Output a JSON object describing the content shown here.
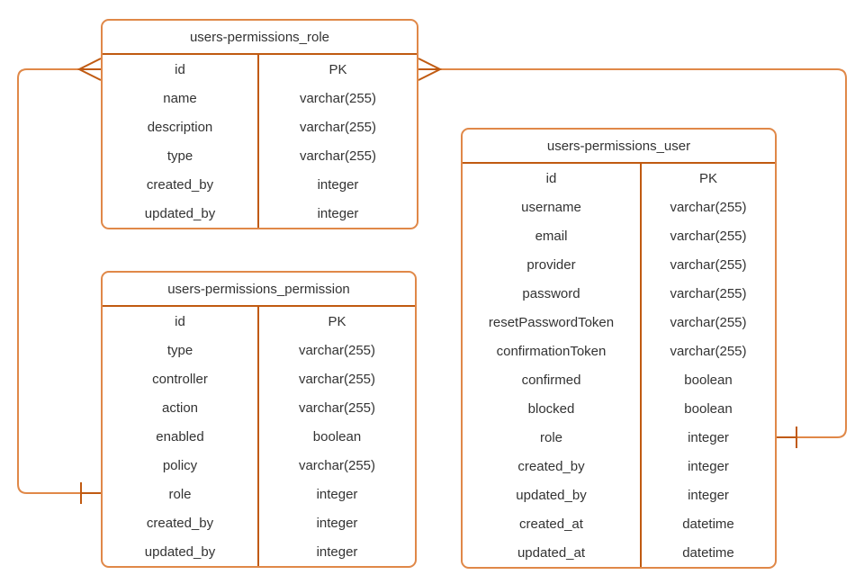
{
  "diagram": {
    "kind": "entity-relationship-diagram",
    "colors": {
      "table_border": "#E08848",
      "divider": "#C05A11",
      "connector_line": "#E08848",
      "cardinality_marker": "#C05A11",
      "text": "#333333",
      "background": "#FFFFFF"
    }
  },
  "tables": [
    {
      "title": "users-permissions_role",
      "rows": [
        {
          "field": "id",
          "type": "PK"
        },
        {
          "field": "name",
          "type": "varchar(255)"
        },
        {
          "field": "description",
          "type": "varchar(255)"
        },
        {
          "field": "type",
          "type": "varchar(255)"
        },
        {
          "field": "created_by",
          "type": "integer"
        },
        {
          "field": "updated_by",
          "type": "integer"
        }
      ]
    },
    {
      "title": "users-permissions_permission",
      "rows": [
        {
          "field": "id",
          "type": "PK"
        },
        {
          "field": "type",
          "type": "varchar(255)"
        },
        {
          "field": "controller",
          "type": "varchar(255)"
        },
        {
          "field": "action",
          "type": "varchar(255)"
        },
        {
          "field": "enabled",
          "type": "boolean"
        },
        {
          "field": "policy",
          "type": "varchar(255)"
        },
        {
          "field": "role",
          "type": "integer"
        },
        {
          "field": "created_by",
          "type": "integer"
        },
        {
          "field": "updated_by",
          "type": "integer"
        }
      ]
    },
    {
      "title": "users-permissions_user",
      "rows": [
        {
          "field": "id",
          "type": "PK"
        },
        {
          "field": "username",
          "type": "varchar(255)"
        },
        {
          "field": "email",
          "type": "varchar(255)"
        },
        {
          "field": "provider",
          "type": "varchar(255)"
        },
        {
          "field": "password",
          "type": "varchar(255)"
        },
        {
          "field": "resetPasswordToken",
          "type": "varchar(255)"
        },
        {
          "field": "confirmationToken",
          "type": "varchar(255)"
        },
        {
          "field": "confirmed",
          "type": "boolean"
        },
        {
          "field": "blocked",
          "type": "boolean"
        },
        {
          "field": "role",
          "type": "integer"
        },
        {
          "field": "created_by",
          "type": "integer"
        },
        {
          "field": "updated_by",
          "type": "integer"
        },
        {
          "field": "created_at",
          "type": "datetime"
        },
        {
          "field": "updated_at",
          "type": "datetime"
        }
      ]
    }
  ],
  "relationships": [
    {
      "from_table": "users-permissions_role",
      "from_field": "id",
      "from_cardinality": "many",
      "to_table": "users-permissions_permission",
      "to_field": "role",
      "to_cardinality": "one"
    },
    {
      "from_table": "users-permissions_role",
      "from_field": "id",
      "from_cardinality": "many",
      "to_table": "users-permissions_user",
      "to_field": "role",
      "to_cardinality": "one"
    }
  ]
}
